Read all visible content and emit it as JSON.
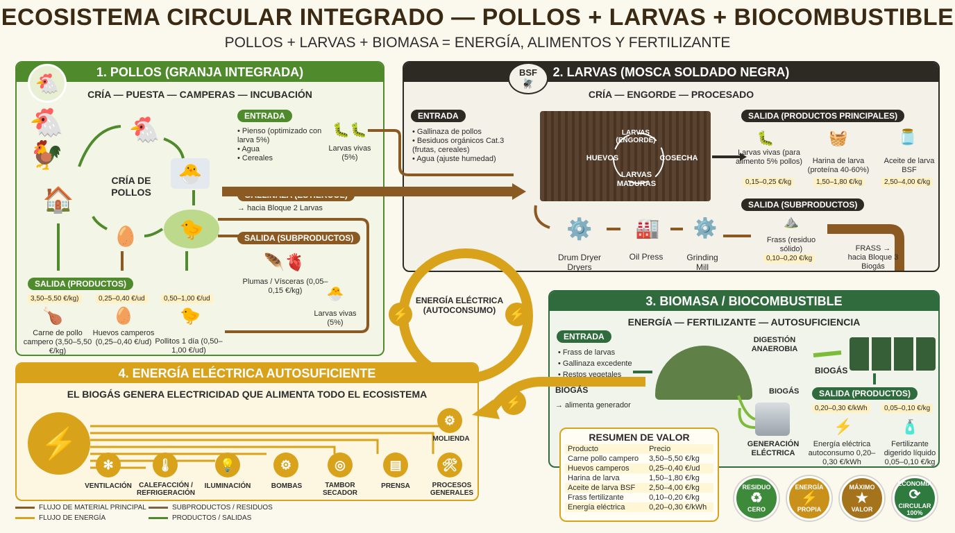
{
  "title": "ECOSISTEMA CIRCULAR INTEGRADO — POLLOS + LARVAS + BIOCOMBUSTIBLE",
  "subtitle": "POLLOS + LARVAS + BIOMASA = ENERGÍA, ALIMENTOS Y FERTILIZANTE",
  "colors": {
    "green": "#4f8a2d",
    "dark": "#2d2a24",
    "forest": "#2f6b3c",
    "gold": "#d9a21b",
    "brown": "#8b5a22"
  },
  "b1": {
    "header": "1. POLLOS (GRANJA INTEGRADA)",
    "sub": "CRÍA — PUESTA — CAMPERAS — INCUBACIÓN",
    "center_label": "CRÍA DE POLLOS",
    "entrada_label": "ENTRADA",
    "entrada_items": [
      "Pienso (optimizado con larva 5%)",
      "Agua",
      "Cereales"
    ],
    "larvas_vivas_in": "Larvas vivas (5%)",
    "gallinaza_label": "GALLINAZA (ESTIÉRCOL)",
    "gallinaza_note": "→ hacia Bloque 2 Larvas",
    "salida_sub_label": "SALIDA (SUBPRODUCTOS)",
    "plumas": "Plumas / Vísceras (0,05–0,15 €/kg)",
    "larvas_vivas_out": "Larvas vivas (5%)",
    "salida_label": "SALIDA (PRODUCTOS)",
    "prices": [
      "3,50–5,50 €/kg)",
      "0,25–0,40 €/ud",
      "0,50–1,00 €/ud"
    ],
    "products": [
      "Carne de pollo campero (3,50–5,50 €/kg)",
      "Huevos camperos (0,25–0,40 €/ud)",
      "Pollitos 1 día (0,50–1,00 €/ud)"
    ]
  },
  "b2": {
    "header": "2. LARVAS (MOSCA SOLDADO NEGRA)",
    "bsf": "BSF",
    "sub": "CRÍA — ENGORDE — PROCESADO",
    "entrada_label": "ENTRADA",
    "entrada_items": [
      "Gallinaza de pollos",
      "Besiduos orgánicos Cat.3 (frutas, cereales)",
      "Agua (ajuste humedad)"
    ],
    "cycle": [
      "LARVAS (ENGORDE)",
      "COSECHA",
      "LARVAS MADURAS",
      "HUEVOS"
    ],
    "salida_label": "SALIDA (PRODUCTOS PRINCIPALES)",
    "products": [
      "Larvas vivas (para alimento 5% pollos)",
      "Harina de larva (proteína 40-60%)",
      "Aceite de larva BSF"
    ],
    "prices": [
      "0,15–0,25 €/kg",
      "1,50–1,80 €/kg",
      "2,50–4,00 €/kg"
    ],
    "machines": [
      "Drum Dryer Dryers",
      "Oil Press",
      "Grinding Mill"
    ],
    "salida_sub_label": "SALIDA (SUBPRODUCTOS)",
    "frass": "Frass (residuo sólido)",
    "frass_price": "0,10–0,20 €/kg",
    "frass_note": "FRASS → hacia Bloque 3 Biogás"
  },
  "center_energy": "ENERGÍA ELÉCTRICA (AUTOCONSUMO)",
  "b3": {
    "header": "3. BIOMASA / BIOCOMBUSTIBLE",
    "sub": "ENERGÍA — FERTILIZANTE — AUTOSUFICIENCIA",
    "entrada_label": "ENTRADA",
    "entrada_items": [
      "Frass de larvas",
      "Gallinaza excedente",
      "Restos vegetales"
    ],
    "digestion": "DIGESTIÓN ANAEROBIA",
    "biogas_mid": "BIOGÁS",
    "biogas_right": "BIOGÁS",
    "generacion": "GENERACIÓN ELÉCTRICA",
    "salida_label": "SALIDA (PRODUCTOS)",
    "prices": [
      "0,20–0,30 €/kWh",
      "0,05–0,10 €/kg"
    ],
    "products": [
      "Energía eléctrica autoconsumo 0,20–0,30 €/kWh",
      "Fertilizante digerido líquido 0,05–0,10 €/kg"
    ]
  },
  "b4": {
    "header": "4. ENERGÍA ELÉCTRICA AUTOSUFICIENTE",
    "sub": "EL BIOGÁS GENERA ELECTRICIDAD QUE ALIMENTA TODO EL ECOSISTEMA",
    "biogas_label": "BIOGÁS",
    "biogas_note": "→ alimenta generador",
    "loads": [
      "VENTILACIÓN",
      "CALEFACCIÓN / REFRIGERACIÓN",
      "ILUMINACIÓN",
      "BOMBAS",
      "TAMBOR SECADOR",
      "PRENSA",
      "PROCESOS GENERALES",
      "MOLIENDA"
    ]
  },
  "resumen": {
    "title": "RESUMEN DE VALOR",
    "headers": [
      "Producto",
      "Precio"
    ],
    "rows": [
      [
        "Carne pollo campero",
        "3,50–5,50 €/kg"
      ],
      [
        "Huevos camperos",
        "0,25–0,40 €/ud"
      ],
      [
        "Harina de larva",
        "1,50–1,80 €/kg"
      ],
      [
        "Aceite de larva BSF",
        "2,50–4,00 €/kg"
      ],
      [
        "Frass fertilizante",
        "0,10–0,20 €/kg"
      ],
      [
        "Energía eléctrica",
        "0,20–0,30 €/kWh"
      ]
    ]
  },
  "badges": [
    {
      "top": "RESIDUO",
      "bottom": "CERO",
      "color": "#3d8a3a",
      "icon": "recycle-icon"
    },
    {
      "top": "ENERGÍA",
      "bottom": "PROPIA",
      "color": "#c9901a",
      "icon": "bolt-icon"
    },
    {
      "top": "MÁXIMO",
      "bottom": "VALOR",
      "color": "#a5731c",
      "icon": "star-icon"
    },
    {
      "top": "ECONOMÍA",
      "bottom": "CIRCULAR 100%",
      "color": "#2f7a3e",
      "icon": "cycle-icon"
    }
  ],
  "legend": [
    "FLUJO DE MATERIAL PRINCIPAL",
    "FLUJO DE ENERGÍA",
    "SUBPRODUCTOS / RESIDUOS",
    "PRODUCTOS / SALIDAS"
  ]
}
